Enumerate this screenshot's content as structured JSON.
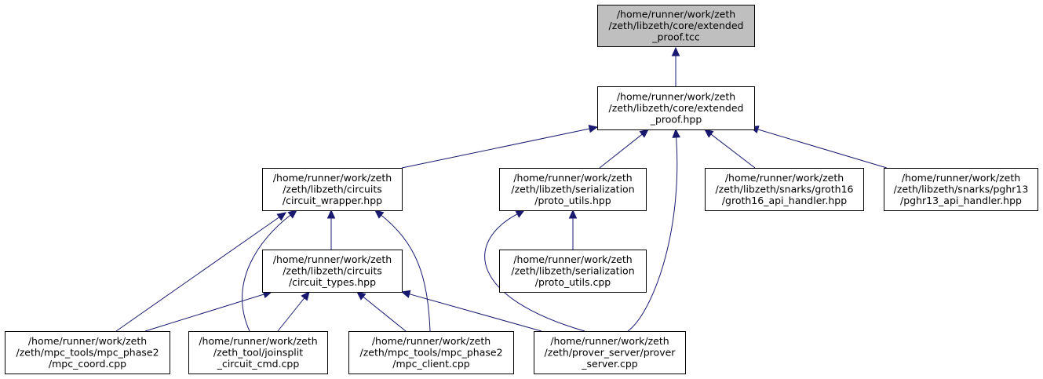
{
  "colors": {
    "root_fill": "#bfbfbf",
    "node_fill": "#ffffff",
    "node_stroke": "#000000",
    "edge_color": "#191970"
  },
  "nodes": [
    {
      "id": "extended_proof_tcc",
      "lines": [
        "/home/runner/work/zeth",
        "/zeth/libzeth/core/extended",
        "_proof.tcc"
      ],
      "root": true
    },
    {
      "id": "extended_proof_hpp",
      "lines": [
        "/home/runner/work/zeth",
        "/zeth/libzeth/core/extended",
        "_proof.hpp"
      ]
    },
    {
      "id": "circuit_wrapper_hpp",
      "lines": [
        "/home/runner/work/zeth",
        "/zeth/libzeth/circuits",
        "/circuit_wrapper.hpp"
      ]
    },
    {
      "id": "proto_utils_hpp",
      "lines": [
        "/home/runner/work/zeth",
        "/zeth/libzeth/serialization",
        "/proto_utils.hpp"
      ]
    },
    {
      "id": "groth16_api_handler_hpp",
      "lines": [
        "/home/runner/work/zeth",
        "/zeth/libzeth/snarks/groth16",
        "/groth16_api_handler.hpp"
      ]
    },
    {
      "id": "pghr13_api_handler_hpp",
      "lines": [
        "/home/runner/work/zeth",
        "/zeth/libzeth/snarks/pghr13",
        "/pghr13_api_handler.hpp"
      ]
    },
    {
      "id": "circuit_types_hpp",
      "lines": [
        "/home/runner/work/zeth",
        "/zeth/libzeth/circuits",
        "/circuit_types.hpp"
      ]
    },
    {
      "id": "proto_utils_cpp",
      "lines": [
        "/home/runner/work/zeth",
        "/zeth/libzeth/serialization",
        "/proto_utils.cpp"
      ]
    },
    {
      "id": "mpc_coord_cpp",
      "lines": [
        "/home/runner/work/zeth",
        "/zeth/mpc_tools/mpc_phase2",
        "/mpc_coord.cpp"
      ]
    },
    {
      "id": "joinsplit_circuit_cmd_cpp",
      "lines": [
        "/home/runner/work/zeth",
        "/zeth_tool/joinsplit",
        "_circuit_cmd.cpp"
      ]
    },
    {
      "id": "mpc_client_cpp",
      "lines": [
        "/home/runner/work/zeth",
        "/zeth/mpc_tools/mpc_phase2",
        "/mpc_client.cpp"
      ]
    },
    {
      "id": "prover_server_cpp",
      "lines": [
        "/home/runner/work/zeth",
        "/zeth/prover_server/prover",
        "_server.cpp"
      ]
    }
  ],
  "edges": [
    {
      "from": "extended_proof_hpp",
      "to": "extended_proof_tcc"
    },
    {
      "from": "circuit_wrapper_hpp",
      "to": "extended_proof_hpp"
    },
    {
      "from": "proto_utils_hpp",
      "to": "extended_proof_hpp"
    },
    {
      "from": "prover_server_cpp",
      "to": "extended_proof_hpp"
    },
    {
      "from": "groth16_api_handler_hpp",
      "to": "extended_proof_hpp"
    },
    {
      "from": "pghr13_api_handler_hpp",
      "to": "extended_proof_hpp"
    },
    {
      "from": "circuit_types_hpp",
      "to": "circuit_wrapper_hpp"
    },
    {
      "from": "mpc_coord_cpp",
      "to": "circuit_wrapper_hpp"
    },
    {
      "from": "joinsplit_circuit_cmd_cpp",
      "to": "circuit_wrapper_hpp"
    },
    {
      "from": "mpc_client_cpp",
      "to": "circuit_wrapper_hpp"
    },
    {
      "from": "proto_utils_cpp",
      "to": "proto_utils_hpp"
    },
    {
      "from": "prover_server_cpp",
      "to": "proto_utils_hpp"
    },
    {
      "from": "mpc_coord_cpp",
      "to": "circuit_types_hpp"
    },
    {
      "from": "joinsplit_circuit_cmd_cpp",
      "to": "circuit_types_hpp"
    },
    {
      "from": "mpc_client_cpp",
      "to": "circuit_types_hpp"
    },
    {
      "from": "prover_server_cpp",
      "to": "circuit_types_hpp"
    }
  ]
}
